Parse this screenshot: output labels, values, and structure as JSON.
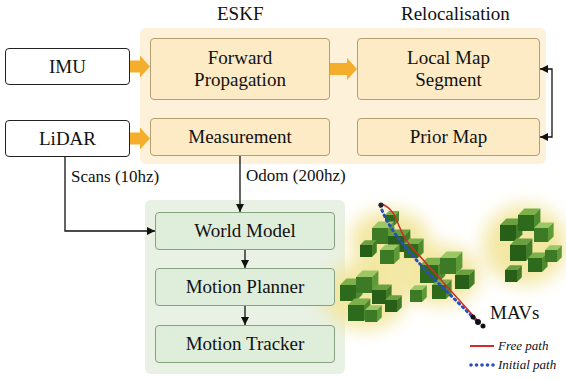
{
  "diagram": {
    "nodes": [
      {
        "text": [
          "IMU"
        ]
      },
      {
        "text": [
          "LiDAR"
        ]
      },
      {
        "text": [
          "Forward Propagation"
        ]
      },
      {
        "text": [
          "Local Map Segment"
        ]
      },
      {
        "text": [
          "Measurement"
        ]
      },
      {
        "text": [
          "Prior Map"
        ]
      },
      {
        "text": [
          "World Model"
        ]
      },
      {
        "text": [
          "Motion Planner"
        ]
      },
      {
        "text": [
          "Motion Tracker"
        ]
      }
    ],
    "edges": [
      {
        "from": 0,
        "to": 2,
        "arrow": "to"
      },
      {
        "from": 1,
        "to": 4,
        "arrow": "to"
      },
      {
        "from": 2,
        "to": 3,
        "arrow": "to"
      },
      {
        "from": 3,
        "to": 5,
        "arrow": "both"
      },
      {
        "from": 1,
        "to": 6,
        "label": "Scans (10hz)",
        "arrow": "to"
      },
      {
        "from": 4,
        "to": 6,
        "label": "Odom (200hz)",
        "arrow": "to"
      },
      {
        "from": 6,
        "to": 7,
        "arrow": "to"
      },
      {
        "from": 7,
        "to": 8,
        "arrow": "to"
      }
    ],
    "labels": [
      "ESKF",
      "Relocalisation",
      "MAVs"
    ],
    "legend": [
      {
        "text": "Free path"
      },
      {
        "text": "Initial path"
      }
    ]
  }
}
